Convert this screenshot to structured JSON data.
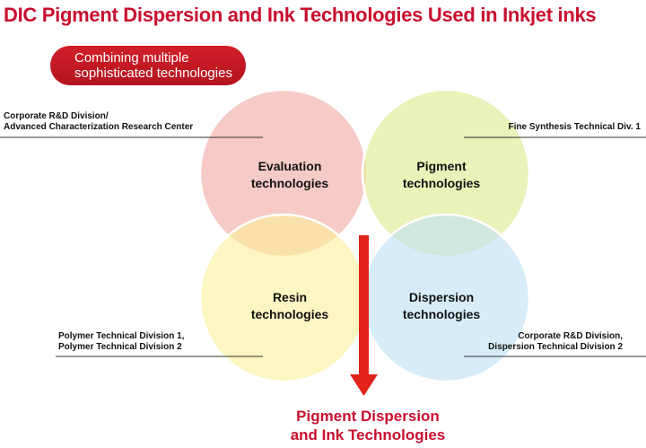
{
  "title": "DIC Pigment Dispersion and Ink Technologies Used in Inkjet inks",
  "badge": {
    "line1": "Combining multiple",
    "line2": "sophisticated technologies"
  },
  "divisions": {
    "top_left": {
      "line1": "Corporate R&D Division/",
      "line2": "Advanced Characterization Research Center"
    },
    "top_right": {
      "line1": "Fine Synthesis Technical Div. 1"
    },
    "bottom_left": {
      "line1": "Polymer Technical Division 1,",
      "line2": "Polymer Technical Division 2"
    },
    "bottom_right": {
      "line1": "Corporate R&D Division,",
      "line2": "Dispersion Technical Division 2"
    }
  },
  "circles": {
    "evaluation": {
      "line1": "Evaluation",
      "line2": "technologies",
      "color": "#f1a9a3"
    },
    "pigment": {
      "line1": "Pigment",
      "line2": "technologies",
      "color": "#dde88e"
    },
    "resin": {
      "line1": "Resin",
      "line2": "technologies",
      "color": "#fbef9c"
    },
    "dispersion": {
      "line1": "Dispersion",
      "line2": "technologies",
      "color": "#bfe0f4"
    }
  },
  "result": {
    "line1": "Pigment Dispersion",
    "line2": "and Ink Technologies"
  },
  "colors": {
    "accent_red": "#c8102e",
    "arrow": "#e2231a"
  }
}
